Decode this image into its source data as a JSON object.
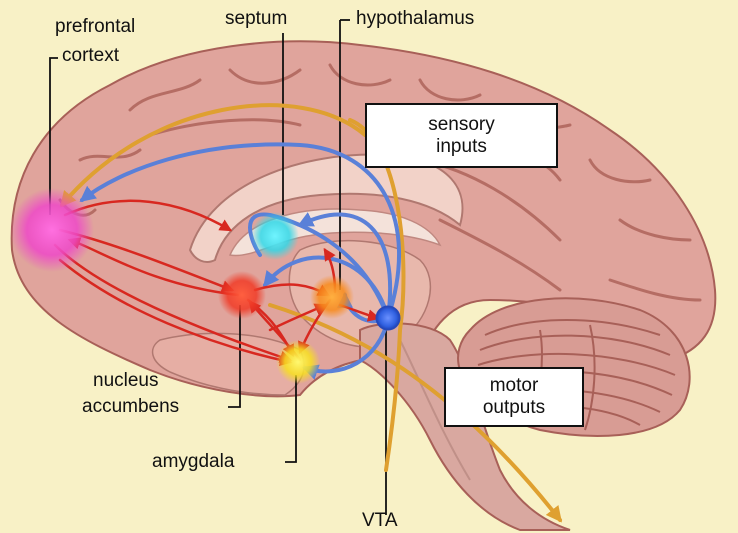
{
  "labels": {
    "prefrontal_line1": "prefrontal",
    "prefrontal_line2": "cortext",
    "septum": "septum",
    "hypothalamus": "hypothalamus",
    "nucleus_line1": "nucleus",
    "nucleus_line2": "accumbens",
    "amygdala": "amygdala",
    "vta": "VTA"
  },
  "boxes": {
    "sensory_line1": "sensory",
    "sensory_line2": "inputs",
    "motor_line1": "motor",
    "motor_line2": "outputs"
  },
  "colors": {
    "background": "#f8f1c6",
    "brain": "#e0a49c",
    "blue_pathway": "#5a80d8",
    "red_pathway": "#d82820",
    "gold_pathway": "#dfa030",
    "prefrontal": "#ee48c8",
    "septum": "#30d8e8",
    "nucleus_accumbens": "#f03a26",
    "hypothalamus": "#f88a1a",
    "amygdala": "#f8e020",
    "vta": "#3060e0"
  }
}
